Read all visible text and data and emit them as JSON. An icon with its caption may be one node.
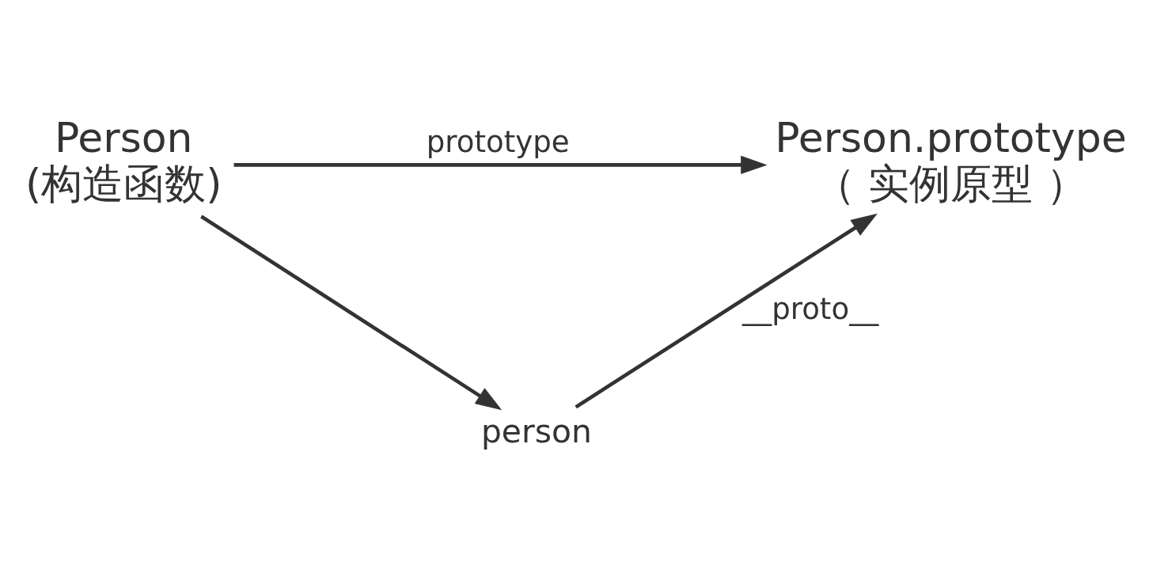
{
  "diagram": {
    "nodes": [
      {
        "text": [
          "Person",
          "(构造函数)"
        ]
      },
      {
        "text": [
          "Person.prototype",
          "（ 实例原型 ）"
        ]
      },
      {
        "text": [
          "person"
        ]
      }
    ],
    "edges": [
      {
        "from": 0,
        "to": 1,
        "arrow": "to",
        "label": "prototype"
      },
      {
        "from": 0,
        "to": 2,
        "arrow": "to"
      },
      {
        "from": 2,
        "to": 1,
        "arrow": "to",
        "label": "__proto__"
      }
    ]
  }
}
